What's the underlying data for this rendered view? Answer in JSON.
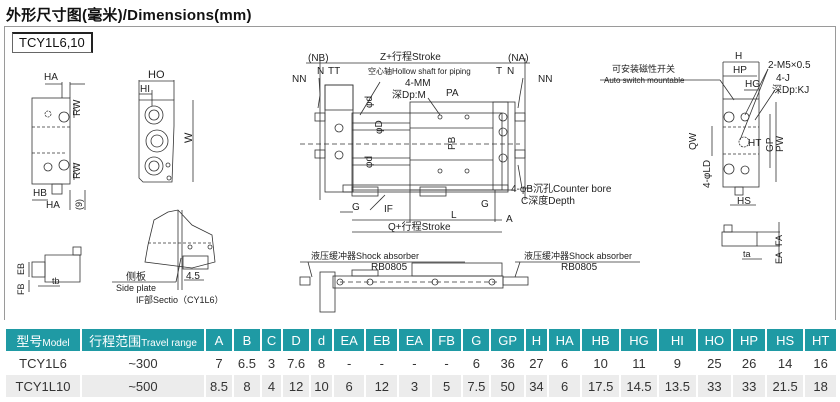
{
  "page": {
    "title": "外形尺寸图(毫米)/Dimensions(mm)",
    "model_tag": "TCY1L6,10"
  },
  "drawing_labels": {
    "left_view": {
      "HA_top": "HA",
      "RW_top": "RW",
      "RW_bottom": "RW",
      "HB": "HB",
      "HA_bottom": "HA",
      "nine": "(9)"
    },
    "end_view": {
      "HO": "HO",
      "HI": "HI",
      "W": "W"
    },
    "main_view": {
      "NB": "(NB)",
      "NA": "(NA)",
      "Z_stroke": "Z+行程Stroke",
      "N_left": "N",
      "TT": "TT",
      "T": "T",
      "N_right": "N",
      "NN_left": "NN",
      "NN_right": "NN",
      "hollow_shaft": "空心轴Hollow shaft for piping",
      "mm": "4-MM",
      "depth_m": "深Dp:M",
      "PA": "PA",
      "PB": "PB",
      "d_top": "φd",
      "D": "φD",
      "d_bottom": "φd",
      "counter_bore": "4-φB沉孔Counter bore",
      "c_depth": "C深度Depth",
      "G_left": "G",
      "IF": "IF",
      "G_right": "G",
      "L": "L",
      "A": "A",
      "Q_stroke": "Q+行程Stroke"
    },
    "side_view": {
      "H": "H",
      "HP": "HP",
      "HG": "HG",
      "auto_switch_cn": "可安装磁性开关",
      "auto_switch_en": "Auto switch mountable",
      "m5": "2-M5×0.5",
      "j": "4-J",
      "kj": "深Dp:KJ",
      "QW": "QW",
      "LD": "4-φLD",
      "HT": "HT",
      "GP": "GP",
      "PW": "PW",
      "HS": "HS"
    },
    "detail_eb": {
      "EB": "EB",
      "FB": "FB",
      "tb": "tb"
    },
    "detail_if": {
      "side_plate_cn": "侧板",
      "side_plate_en": "Side plate",
      "dim": "4.5",
      "caption": "IF部Sectio（CY1L6）"
    },
    "bottom_view": {
      "shock_left_cn": "液压缓冲器Shock absorber",
      "shock_left_model": "RB0805",
      "shock_right_cn": "液压缓冲器Shock absorber",
      "shock_right_model": "RB0805"
    },
    "detail_ea": {
      "FA": "FA",
      "EA": "EA",
      "ta": "ta"
    }
  },
  "table": {
    "headers": [
      {
        "cn": "型号",
        "en": "Model"
      },
      {
        "cn": "行程范围",
        "en": "Travel range"
      },
      {
        "cn": "A"
      },
      {
        "cn": "B"
      },
      {
        "cn": "C"
      },
      {
        "cn": "D"
      },
      {
        "cn": "d"
      },
      {
        "cn": "EA"
      },
      {
        "cn": "EB"
      },
      {
        "cn": "EA"
      },
      {
        "cn": "FB"
      },
      {
        "cn": "G"
      },
      {
        "cn": "GP"
      },
      {
        "cn": "H"
      },
      {
        "cn": "HA"
      },
      {
        "cn": "HB"
      },
      {
        "cn": "HG"
      },
      {
        "cn": "HI"
      },
      {
        "cn": "HO"
      },
      {
        "cn": "HP"
      },
      {
        "cn": "HS"
      },
      {
        "cn": "HT"
      }
    ],
    "rows": [
      [
        "TCY1L6",
        "~300",
        "7",
        "6.5",
        "3",
        "7.6",
        "8",
        "-",
        "-",
        "-",
        "-",
        "6",
        "36",
        "27",
        "6",
        "10",
        "11",
        "9",
        "25",
        "26",
        "14",
        "16"
      ],
      [
        "TCY1L10",
        "~500",
        "8.5",
        "8",
        "4",
        "12",
        "10",
        "6",
        "12",
        "3",
        "5",
        "7.5",
        "50",
        "34",
        "6",
        "17.5",
        "14.5",
        "13.5",
        "33",
        "33",
        "21.5",
        "18"
      ]
    ]
  },
  "colors": {
    "header_bg": "#1f9aa4",
    "row_alt_bg": "#ececec"
  }
}
